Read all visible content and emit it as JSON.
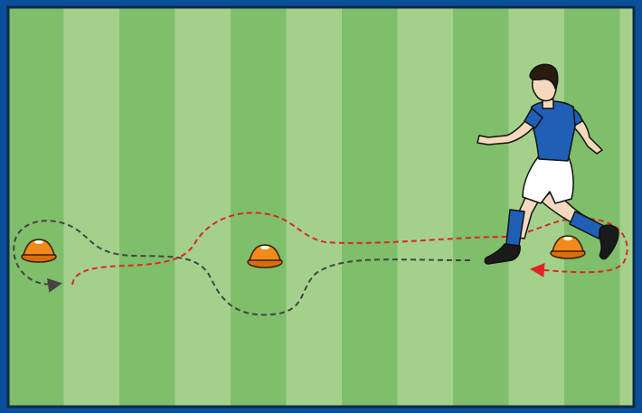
{
  "pitch": {
    "stripe_colors": [
      "#7fbe6a",
      "#a3d18c"
    ],
    "frame_color": "#0b4f9a",
    "outline_color": "#0d2a4a"
  },
  "cones": [
    {
      "id": "cone-left",
      "color": "#f28a1a"
    },
    {
      "id": "cone-middle",
      "color": "#f28a1a"
    },
    {
      "id": "cone-right",
      "color": "#f28a1a"
    }
  ],
  "paths": {
    "dribble_path": {
      "color": "#e02424",
      "style": "dashed"
    },
    "run_path": {
      "color": "#444444",
      "style": "dashed"
    }
  },
  "player": {
    "shirt_color": "#1f5fb5",
    "shorts_color": "#ffffff",
    "socks_color": "#1f5fb5",
    "skin_color": "#f6d9bd",
    "hair_color": "#2a1a10",
    "boots_color": "#1a1a1a"
  }
}
